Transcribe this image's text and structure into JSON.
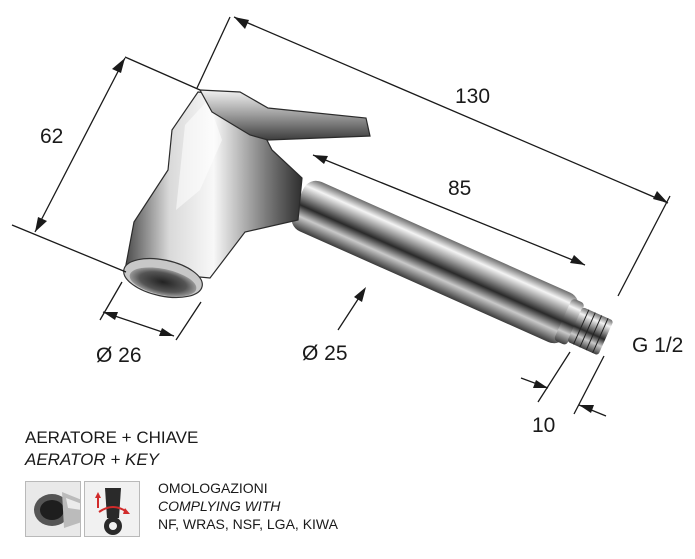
{
  "dimensions": {
    "length_total": "130",
    "height": "62",
    "length_tube": "85",
    "diameter_head": "Ø 26",
    "diameter_tube": "Ø 25",
    "thread": "G 1/2",
    "thread_length": "10"
  },
  "accessory": {
    "line_it": "AERATORE + CHIAVE",
    "line_en": "AERATOR + KEY"
  },
  "certifications": {
    "line_it": "OMOLOGAZIONI",
    "line_en": "COMPLYING WITH",
    "list": "NF, WRAS, NSF, LGA, KIWA"
  },
  "icons": [
    "aerator-icon",
    "key-icon"
  ]
}
